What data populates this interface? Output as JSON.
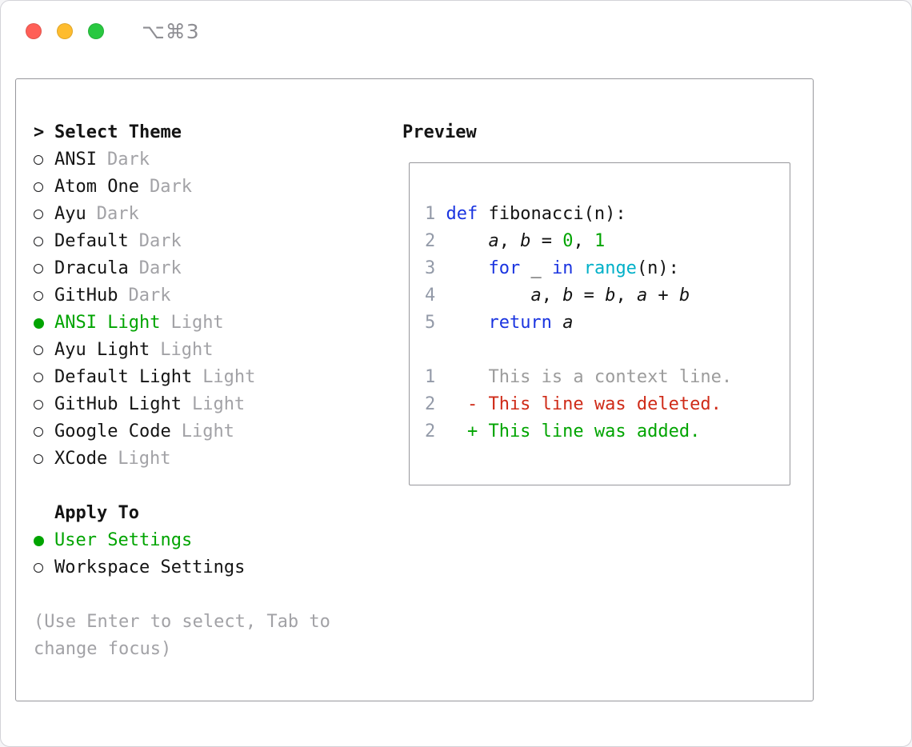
{
  "window": {
    "shortcut_label": "⌥⌘3",
    "traffic_lights": [
      "close",
      "minimize",
      "zoom"
    ]
  },
  "theme_selector": {
    "prompt": ">",
    "title": "Select Theme",
    "items": [
      {
        "name": "ANSI",
        "variant": "Dark",
        "selected": false
      },
      {
        "name": "Atom One",
        "variant": "Dark",
        "selected": false
      },
      {
        "name": "Ayu",
        "variant": "Dark",
        "selected": false
      },
      {
        "name": "Default",
        "variant": "Dark",
        "selected": false
      },
      {
        "name": "Dracula",
        "variant": "Dark",
        "selected": false
      },
      {
        "name": "GitHub",
        "variant": "Dark",
        "selected": false
      },
      {
        "name": "ANSI Light",
        "variant": "Light",
        "selected": true
      },
      {
        "name": "Ayu Light",
        "variant": "Light",
        "selected": false
      },
      {
        "name": "Default Light",
        "variant": "Light",
        "selected": false
      },
      {
        "name": "GitHub Light",
        "variant": "Light",
        "selected": false
      },
      {
        "name": "Google Code",
        "variant": "Light",
        "selected": false
      },
      {
        "name": "XCode",
        "variant": "Light",
        "selected": false
      }
    ]
  },
  "apply_to": {
    "title": "Apply To",
    "options": [
      {
        "label": "User Settings",
        "selected": true
      },
      {
        "label": "Workspace Settings",
        "selected": false
      }
    ]
  },
  "hint": "(Use Enter to select, Tab to change focus)",
  "preview": {
    "title": "Preview",
    "code_lines": [
      {
        "num": "1",
        "segments": [
          {
            "t": "def",
            "c": "keyword"
          },
          {
            "t": " fibonacci(n):",
            "c": "plain"
          }
        ]
      },
      {
        "num": "2",
        "segments": [
          {
            "t": "    ",
            "c": "plain"
          },
          {
            "t": "a",
            "c": "var"
          },
          {
            "t": ", ",
            "c": "plain"
          },
          {
            "t": "b",
            "c": "var"
          },
          {
            "t": " = ",
            "c": "plain"
          },
          {
            "t": "0",
            "c": "number"
          },
          {
            "t": ", ",
            "c": "plain"
          },
          {
            "t": "1",
            "c": "number"
          }
        ]
      },
      {
        "num": "3",
        "segments": [
          {
            "t": "    ",
            "c": "plain"
          },
          {
            "t": "for",
            "c": "keyword"
          },
          {
            "t": " _ ",
            "c": "plain"
          },
          {
            "t": "in",
            "c": "keyword"
          },
          {
            "t": " ",
            "c": "plain"
          },
          {
            "t": "range",
            "c": "builtin"
          },
          {
            "t": "(n):",
            "c": "plain"
          }
        ]
      },
      {
        "num": "4",
        "segments": [
          {
            "t": "        ",
            "c": "plain"
          },
          {
            "t": "a",
            "c": "var"
          },
          {
            "t": ", ",
            "c": "plain"
          },
          {
            "t": "b",
            "c": "var"
          },
          {
            "t": " = ",
            "c": "plain"
          },
          {
            "t": "b",
            "c": "var"
          },
          {
            "t": ", ",
            "c": "plain"
          },
          {
            "t": "a",
            "c": "var"
          },
          {
            "t": " + ",
            "c": "plain"
          },
          {
            "t": "b",
            "c": "var"
          }
        ]
      },
      {
        "num": "5",
        "segments": [
          {
            "t": "    ",
            "c": "plain"
          },
          {
            "t": "return",
            "c": "keyword"
          },
          {
            "t": " ",
            "c": "plain"
          },
          {
            "t": "a",
            "c": "var"
          }
        ]
      }
    ],
    "diff_lines": [
      {
        "num": "1",
        "kind": "context",
        "content": "    This is a context line."
      },
      {
        "num": "2",
        "kind": "deleted",
        "content": "  - This line was deleted."
      },
      {
        "num": "2",
        "kind": "added",
        "content": "  + This line was added."
      }
    ]
  },
  "colors": {
    "accent": "#00a400",
    "keyword": "#1a34e0",
    "cyan": "#00b0c8",
    "green": "#00a400",
    "red": "#cf2b18",
    "context": "#9c9c9c",
    "muted": "#a2a2a6",
    "text": "#141414",
    "linenum": "#939aa8",
    "border": "#97979c",
    "traffic_red": "#ff5f57",
    "traffic_yellow": "#febc2e",
    "traffic_green": "#28c840"
  }
}
